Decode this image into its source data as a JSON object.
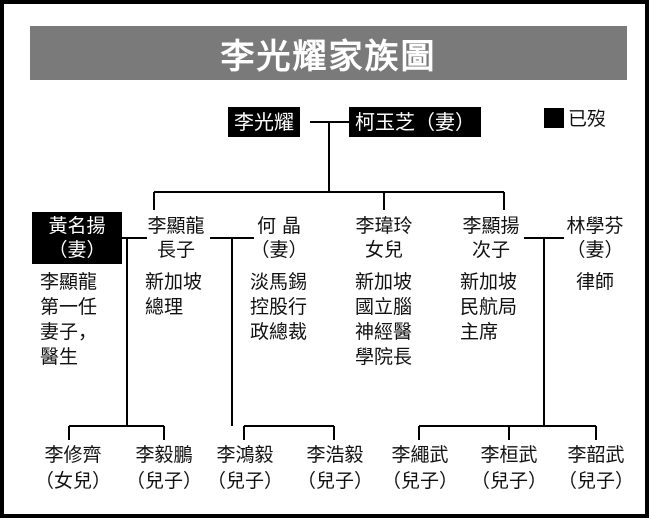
{
  "title": "李光耀家族圖",
  "legend": {
    "label": "已歿",
    "color": "#000000"
  },
  "root": {
    "name": "李光耀",
    "spouse": "柯玉芝（妻）"
  },
  "gen2": [
    {
      "name": "黃名揚",
      "role": "（妻）",
      "desc": [
        "李顯龍",
        "第一任",
        "妻子，",
        "醫生"
      ]
    },
    {
      "name": "李顯龍",
      "role": "長子",
      "desc": [
        "新加坡",
        "總理"
      ]
    },
    {
      "name": "何 晶",
      "role": "（妻）",
      "desc": [
        "淡馬錫",
        "控股行",
        "政總裁"
      ]
    },
    {
      "name": "李瑋玲",
      "role": "女兒",
      "desc": [
        "新加坡",
        "國立腦",
        "神經醫",
        "學院長"
      ]
    },
    {
      "name": "李顯揚",
      "role": "次子",
      "desc": [
        "新加坡",
        "民航局",
        "主席"
      ]
    },
    {
      "name": "林學芬",
      "role": "（妻）",
      "desc": [
        "律師"
      ]
    }
  ],
  "gen3": [
    {
      "name": "李修齊",
      "role": "（女兒）"
    },
    {
      "name": "李毅鵬",
      "role": "（兒子）"
    },
    {
      "name": "李鴻毅",
      "role": "（兒子）"
    },
    {
      "name": "李浩毅",
      "role": "（兒子）"
    },
    {
      "name": "李繩武",
      "role": "（兒子）"
    },
    {
      "name": "李桓武",
      "role": "（兒子）"
    },
    {
      "name": "李韶武",
      "role": "（兒子）"
    }
  ]
}
